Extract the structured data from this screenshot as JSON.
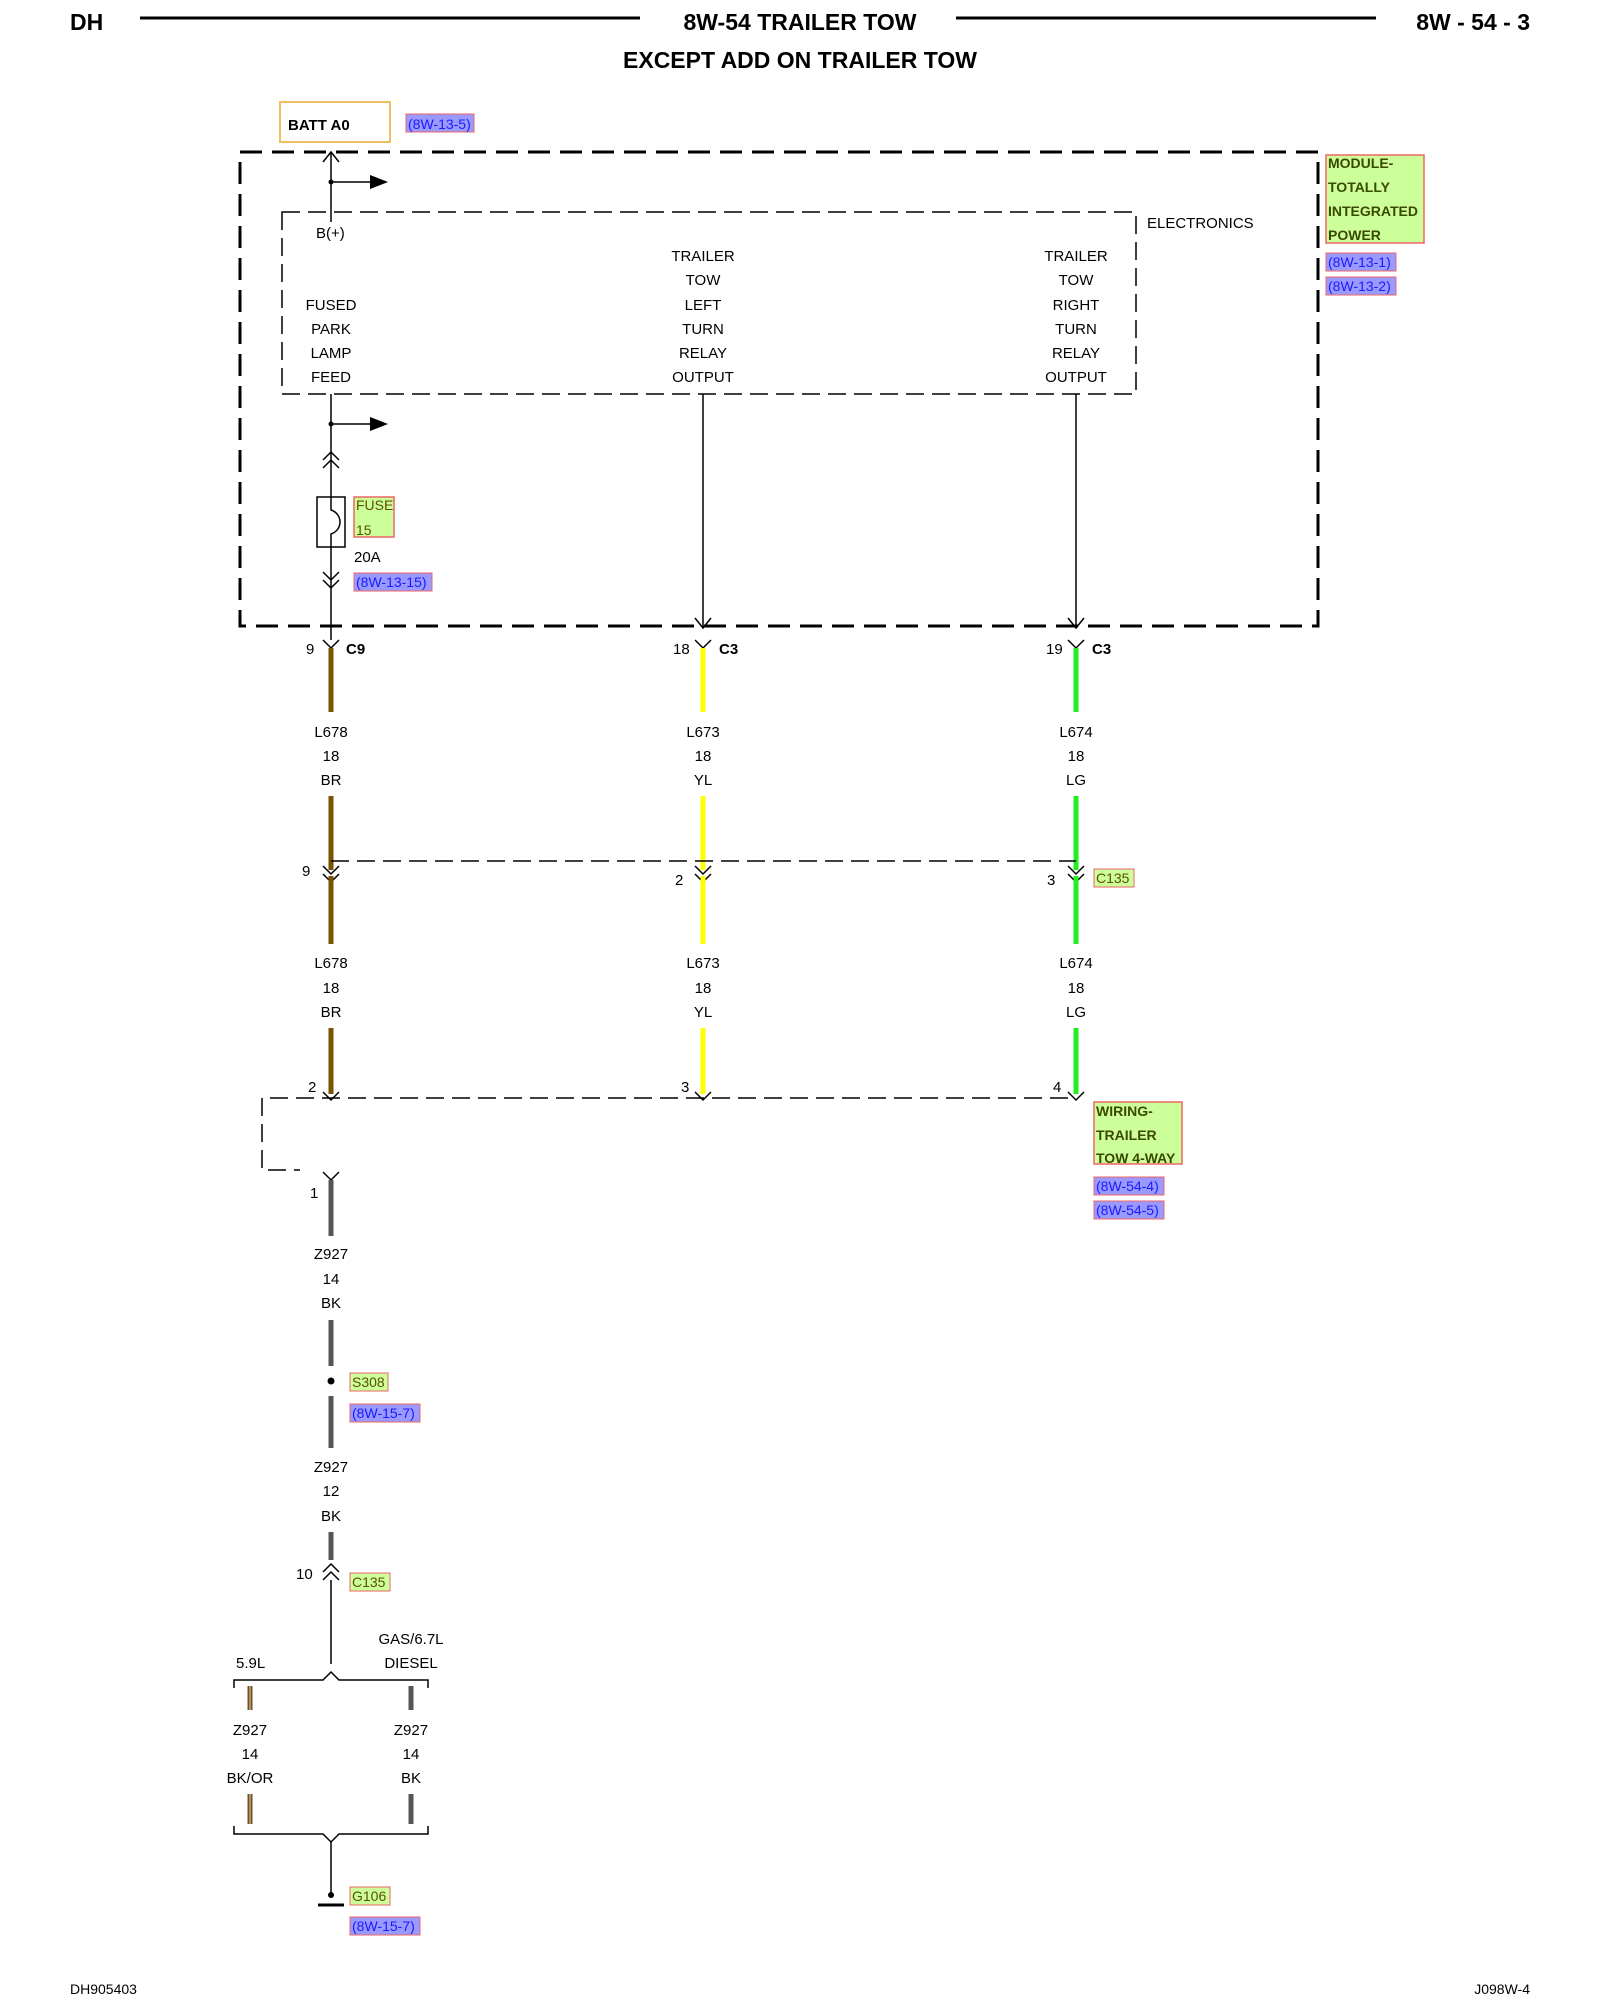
{
  "header": {
    "left": "DH",
    "title": "8W-54 TRAILER TOW",
    "right": "8W - 54 - 3",
    "subtitle": "EXCEPT ADD ON TRAILER TOW"
  },
  "footer": {
    "left": "DH905403",
    "right": "J098W-4"
  },
  "batt": {
    "label": "BATT A0",
    "ref": "(8W-13-5)"
  },
  "module": {
    "name": [
      "MODULE-",
      "TOTALLY",
      "INTEGRATED",
      "POWER"
    ],
    "refs": [
      "(8W-13-1)",
      "(8W-13-2)"
    ],
    "electronics": "ELECTRONICS",
    "bplus": "B(+)"
  },
  "feeds": {
    "park": [
      "FUSED",
      "PARK",
      "LAMP",
      "FEED"
    ],
    "left": [
      "TRAILER",
      "TOW",
      "LEFT",
      "TURN",
      "RELAY",
      "OUTPUT"
    ],
    "right": [
      "TRAILER",
      "TOW",
      "RIGHT",
      "TURN",
      "RELAY",
      "OUTPUT"
    ]
  },
  "fuse": {
    "label": [
      "FUSE",
      "15"
    ],
    "rating": "20A",
    "ref": "(8W-13-15)"
  },
  "connectors": {
    "c9": {
      "pin": "9",
      "name": "C9"
    },
    "c3_left": {
      "pin": "18",
      "name": "C3"
    },
    "c3_right": {
      "pin": "19",
      "name": "C3"
    },
    "c135_top": {
      "pins": [
        "9",
        "2",
        "3"
      ],
      "name": "C135"
    },
    "c135_bottom": {
      "pin": "10",
      "name": "C135"
    }
  },
  "wires_upper": [
    {
      "circuit": "L678",
      "gauge": "18",
      "color": "BR"
    },
    {
      "circuit": "L673",
      "gauge": "18",
      "color": "YL"
    },
    {
      "circuit": "L674",
      "gauge": "18",
      "color": "LG"
    }
  ],
  "wires_mid": [
    {
      "circuit": "L678",
      "gauge": "18",
      "color": "BR"
    },
    {
      "circuit": "L673",
      "gauge": "18",
      "color": "YL"
    },
    {
      "circuit": "L674",
      "gauge": "18",
      "color": "LG"
    }
  ],
  "trailer_wiring": {
    "pins": [
      "2",
      "3",
      "4",
      "1"
    ],
    "name": [
      "WIRING-",
      "TRAILER",
      "TOW 4-WAY"
    ],
    "refs": [
      "(8W-54-4)",
      "(8W-54-5)"
    ]
  },
  "ground_wire_1": {
    "circuit": "Z927",
    "gauge": "14",
    "color": "BK"
  },
  "splice": {
    "name": "S308",
    "ref": "(8W-15-7)"
  },
  "ground_wire_2": {
    "circuit": "Z927",
    "gauge": "12",
    "color": "BK"
  },
  "branch": {
    "left": {
      "label": "5.9L",
      "circuit": "Z927",
      "gauge": "14",
      "color": "BK/OR"
    },
    "right": {
      "label1": "GAS/6.7L",
      "label2": "DIESEL",
      "circuit": "Z927",
      "gauge": "14",
      "color": "BK"
    }
  },
  "ground": {
    "name": "G106",
    "ref": "(8W-15-7)"
  },
  "colors": {
    "brown": "#7a5200",
    "yellow": "#ffff00",
    "green": "#22ee22",
    "black": "#555555",
    "orange": "#d08a30",
    "link_fill": "#ccff99",
    "link_border": "#ee6666",
    "ref_fill": "#9999ff",
    "batt_border": "#f0c060"
  }
}
